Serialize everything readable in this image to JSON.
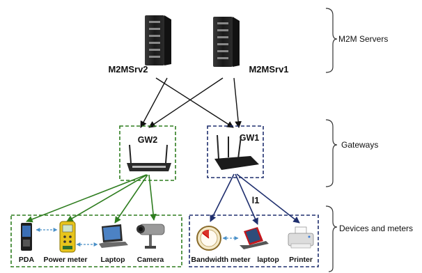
{
  "servers": {
    "srv2": {
      "label": "M2MSrv2"
    },
    "srv1": {
      "label": "M2MSrv1"
    }
  },
  "gateways": {
    "gw2": {
      "label": "GW2"
    },
    "gw1": {
      "label": "GW1"
    }
  },
  "tiers": {
    "servers": "M2M Servers",
    "gateways": "Gateways",
    "devices": "Devices and meters"
  },
  "devices": {
    "pda": "PDA",
    "power_meter": "Power meter",
    "laptop_gw2": "Laptop",
    "camera": "Camera",
    "bandwidth_meter": "Bandwidth meter",
    "laptop_gw1": "laptop",
    "printer": "Printer"
  },
  "link_label": "l1",
  "colors": {
    "gw2_group": "#2e7d1f",
    "gw1_group": "#1f2f6e",
    "server_links": "#111111",
    "peer_links": "#4a90c8"
  },
  "icons": {
    "server": "server-tower-icon",
    "router": "wifi-router-icon",
    "pda": "pda-icon",
    "power_meter": "power-meter-icon",
    "laptop": "laptop-icon",
    "camera": "cctv-camera-icon",
    "bandwidth_meter": "gauge-icon",
    "printer": "printer-icon"
  }
}
